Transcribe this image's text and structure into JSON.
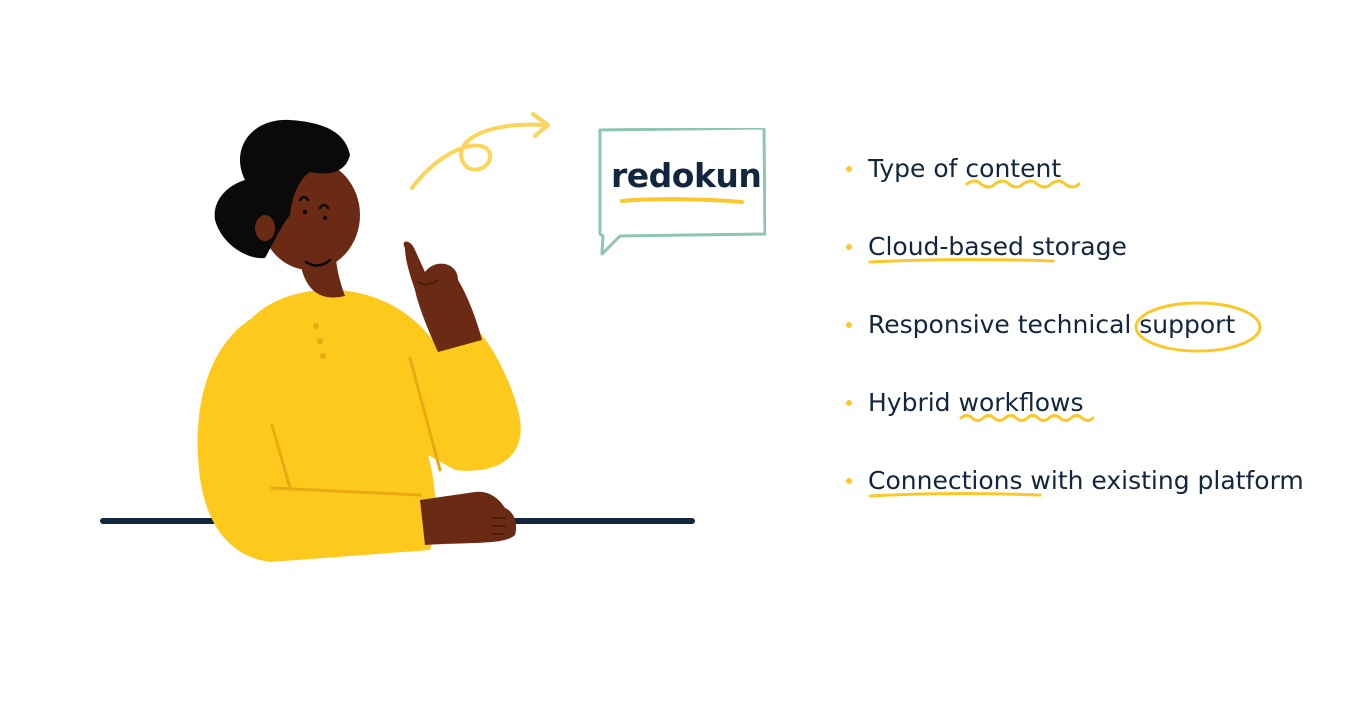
{
  "logo": {
    "text": "redokun"
  },
  "features": [
    {
      "plain": "Type of ",
      "accent": "content",
      "rest": ""
    },
    {
      "plain": "",
      "accent": "Cloud-based",
      "rest": " storage"
    },
    {
      "plain": "Responsive technical ",
      "accent": "support",
      "rest": ""
    },
    {
      "plain": "Hybrid ",
      "accent": "workflows",
      "rest": ""
    },
    {
      "plain": "",
      "accent": "Connections",
      "rest": " with existing platform"
    }
  ],
  "colors": {
    "navy": "#12263d",
    "yellow": "#fbc829",
    "skin": "#6b2a14",
    "bubble_border": "#8cc5b3"
  }
}
